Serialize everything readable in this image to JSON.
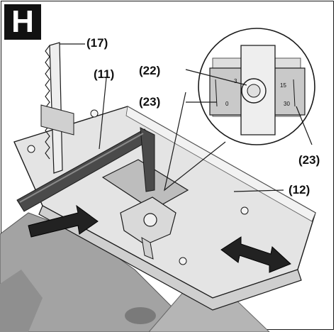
{
  "figure": {
    "panel_letter": "H",
    "callouts": {
      "c17": "(17)",
      "c11": "(11)",
      "c22": "(22)",
      "c23_left": "(23)",
      "c23_right": "(23)",
      "c12": "(12)"
    },
    "scale_marks": {
      "left_a": "0",
      "left_b": "3",
      "right_a": "15",
      "right_b": "30"
    }
  },
  "colors": {
    "line": "#1a1a1a",
    "plate": "#e2e2e2",
    "plate_dark": "#c4c4c4",
    "body": "#a9a9a9",
    "arrow": "#222222"
  }
}
